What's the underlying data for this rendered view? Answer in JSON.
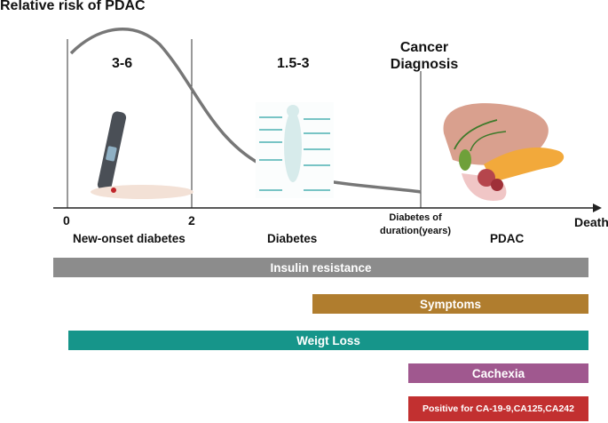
{
  "title": "Relative risk of PDAC",
  "risk_labels": {
    "early": "3-6",
    "mid": "1.5-3"
  },
  "event_label": "Cancer Diagnosis",
  "axis": {
    "ticks": [
      "0",
      "2"
    ],
    "duration_label": "Diabetes  of duration(years)",
    "end_label": "Death"
  },
  "phases": {
    "new_onset": "New-onset diabetes",
    "diabetes": "Diabetes",
    "pdac": "PDAC"
  },
  "illustrations": {
    "chart_title": "Diabetes Associated Comorbidities"
  },
  "bars": [
    {
      "label": "Insulin resistance",
      "color": "#8c8c8c"
    },
    {
      "label": "Symptoms",
      "color": "#b07d2e"
    },
    {
      "label": "Weigt Loss",
      "color": "#16958a"
    },
    {
      "label": "Cachexia",
      "color": "#a0588f"
    },
    {
      "label": "Positive for CA-19-9,CA125,CA242",
      "color": "#c23030"
    }
  ]
}
